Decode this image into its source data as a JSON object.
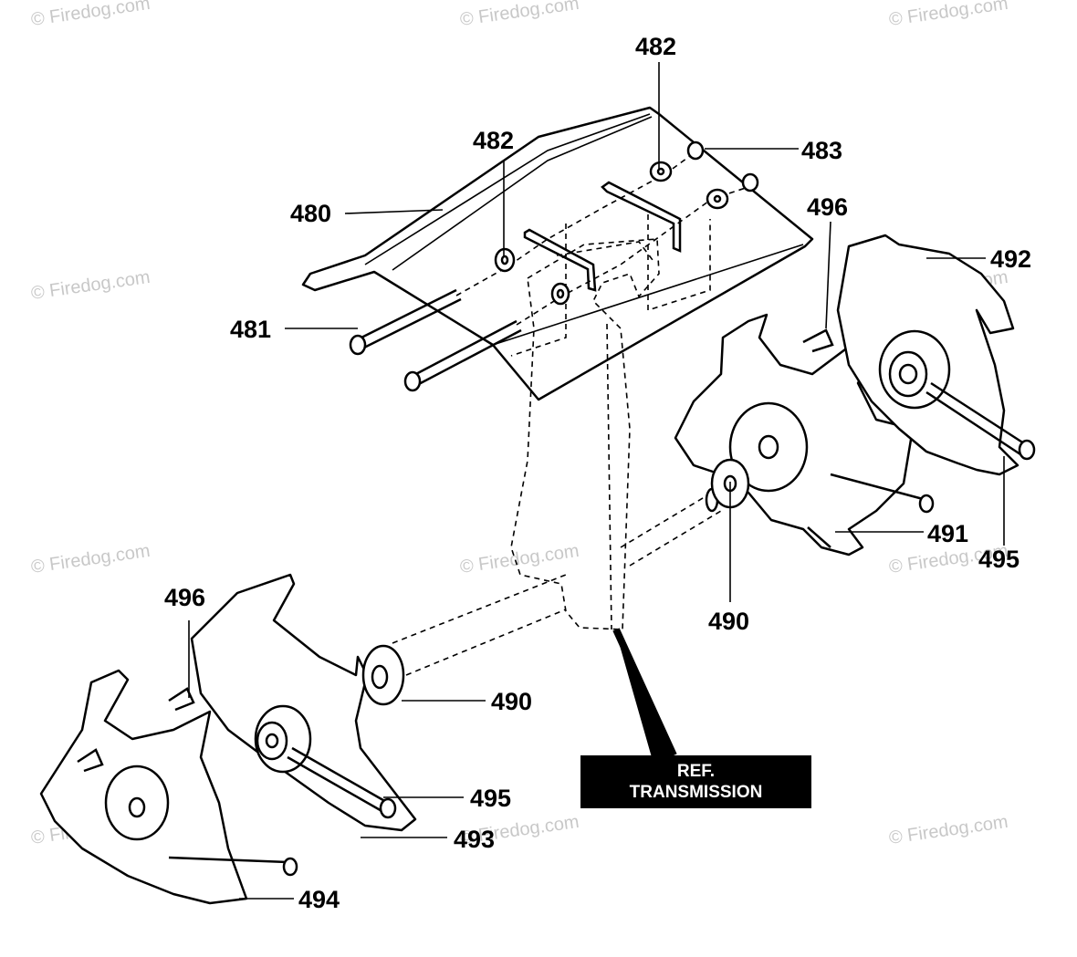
{
  "watermark": "© Firedog.com",
  "callouts": {
    "c480": "480",
    "c481": "481",
    "c482a": "482",
    "c482b": "482",
    "c483": "483",
    "c490a": "490",
    "c490b": "490",
    "c491": "491",
    "c492": "492",
    "c493": "493",
    "c494": "494",
    "c495a": "495",
    "c495b": "495",
    "c496a": "496",
    "c496b": "496"
  },
  "reference": {
    "line1": "REF.",
    "line2": "TRANSMISSION"
  }
}
